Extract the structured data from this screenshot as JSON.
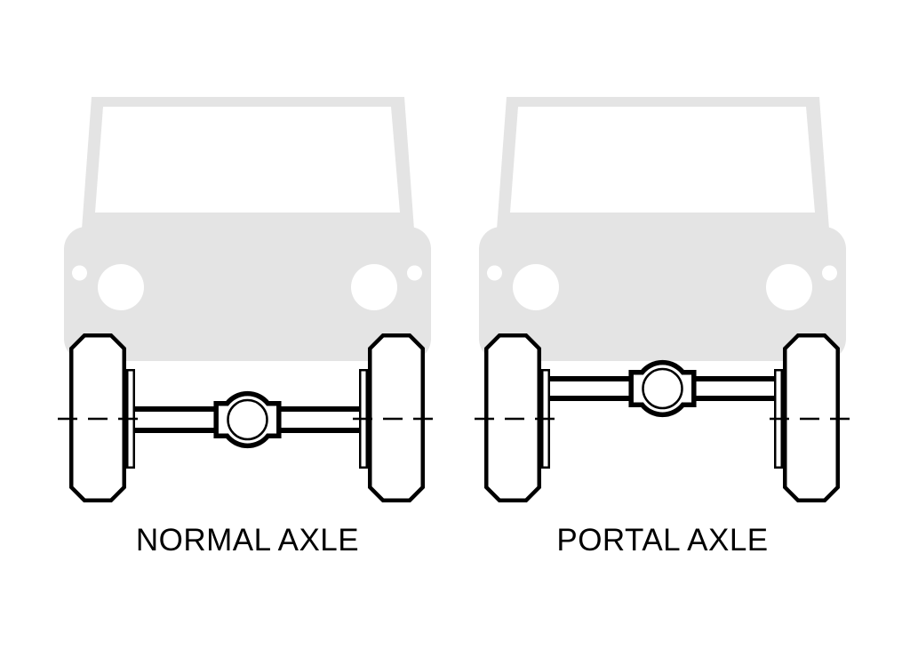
{
  "diagram": {
    "type": "comparison-illustration",
    "subject": "vehicle front axle types",
    "panels": [
      {
        "id": "normal",
        "label": "NORMAL AXLE",
        "description": "axle tube and differential aligned with wheel centerline"
      },
      {
        "id": "portal",
        "label": "PORTAL AXLE",
        "description": "axle tube and differential raised above wheel centerline"
      }
    ],
    "colors": {
      "background": "#ffffff",
      "body_silhouette": "#e4e4e4",
      "line": "#000000",
      "fill": "#ffffff"
    }
  }
}
